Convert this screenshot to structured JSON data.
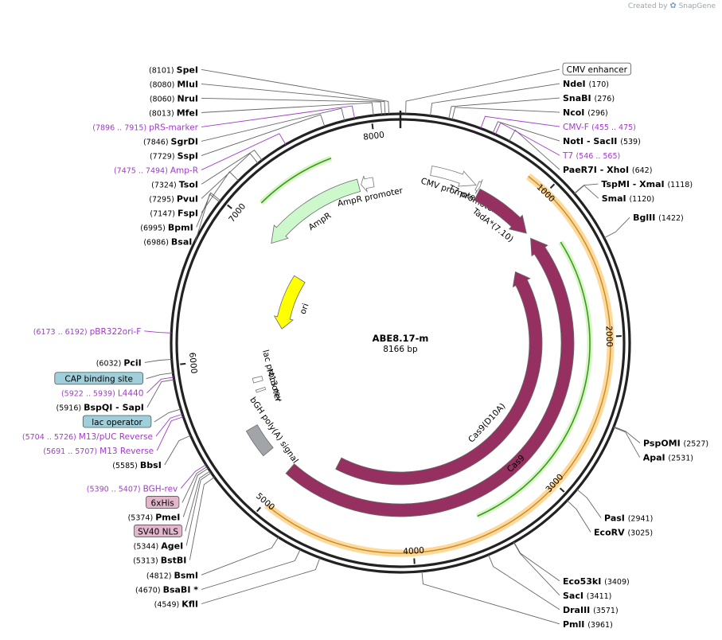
{
  "header": {
    "created_by": "Created by",
    "brand": "SnapGene"
  },
  "plasmid": {
    "name": "ABE8.17-m",
    "size_label": "8166 bp",
    "length_bp": 8166
  },
  "ticks": [
    {
      "bp": 1000,
      "label": "1000"
    },
    {
      "bp": 2000,
      "label": "2000"
    },
    {
      "bp": 3000,
      "label": "3000"
    },
    {
      "bp": 4000,
      "label": "4000"
    },
    {
      "bp": 5000,
      "label": "5000"
    },
    {
      "bp": 6000,
      "label": "6000"
    },
    {
      "bp": 7000,
      "label": "7000"
    },
    {
      "bp": 8000,
      "label": "8000"
    }
  ],
  "sites": [
    {
      "name": "SpeI",
      "pos": "(8101)",
      "bp": 8101,
      "side": "left"
    },
    {
      "name": "MluI",
      "pos": "(8080)",
      "bp": 8080,
      "side": "left"
    },
    {
      "name": "NruI",
      "pos": "(8060)",
      "bp": 8060,
      "side": "left"
    },
    {
      "name": "MfeI",
      "pos": "(8013)",
      "bp": 8013,
      "side": "left"
    },
    {
      "name": "SgrDI",
      "pos": "(7846)",
      "bp": 7846,
      "side": "left"
    },
    {
      "name": "SspI",
      "pos": "(7729)",
      "bp": 7729,
      "side": "left"
    },
    {
      "name": "TsoI",
      "pos": "(7324)",
      "bp": 7324,
      "side": "left"
    },
    {
      "name": "PvuI",
      "pos": "(7295)",
      "bp": 7295,
      "side": "left"
    },
    {
      "name": "FspI",
      "pos": "(7147)",
      "bp": 7147,
      "side": "left"
    },
    {
      "name": "BpmI",
      "pos": "(6995)",
      "bp": 6995,
      "side": "left"
    },
    {
      "name": "BsaI",
      "pos": "(6986)",
      "bp": 6986,
      "side": "left"
    },
    {
      "name": "PciI",
      "pos": "(6032)",
      "bp": 6032,
      "side": "left"
    },
    {
      "name": "BspQI   - SapI",
      "pos": "(5916)",
      "bp": 5916,
      "side": "left"
    },
    {
      "name": "BbsI",
      "pos": "(5585)",
      "bp": 5585,
      "side": "left"
    },
    {
      "name": "PmeI",
      "pos": "(5374)",
      "bp": 5374,
      "side": "left"
    },
    {
      "name": "AgeI",
      "pos": "(5344)",
      "bp": 5344,
      "side": "left"
    },
    {
      "name": "BstBI",
      "pos": "(5313)",
      "bp": 5313,
      "side": "left"
    },
    {
      "name": "BsmI",
      "pos": "(4812)",
      "bp": 4812,
      "side": "left"
    },
    {
      "name": "BsaBI  *",
      "pos": "(4670)",
      "bp": 4670,
      "side": "left"
    },
    {
      "name": "KflI",
      "pos": "(4549)",
      "bp": 4549,
      "side": "left"
    },
    {
      "name": "NdeI",
      "pos": "(170)",
      "bp": 170,
      "side": "right"
    },
    {
      "name": "SnaBI",
      "pos": "(276)",
      "bp": 276,
      "side": "right"
    },
    {
      "name": "NcoI",
      "pos": "(296)",
      "bp": 296,
      "side": "right"
    },
    {
      "name": "NotI   - SacII",
      "pos": "(539)",
      "bp": 539,
      "side": "right"
    },
    {
      "name": "PaeR7I   - XhoI",
      "pos": "(642)",
      "bp": 642,
      "side": "right"
    },
    {
      "name": "TspMI   - XmaI",
      "pos": "(1118)",
      "bp": 1118,
      "side": "right"
    },
    {
      "name": "SmaI",
      "pos": "(1120)",
      "bp": 1120,
      "side": "right"
    },
    {
      "name": "BglII",
      "pos": "(1422)",
      "bp": 1422,
      "side": "right"
    },
    {
      "name": "PspOMI",
      "pos": "(2527)",
      "bp": 2527,
      "side": "right"
    },
    {
      "name": "ApaI",
      "pos": "(2531)",
      "bp": 2531,
      "side": "right"
    },
    {
      "name": "PasI",
      "pos": "(2941)",
      "bp": 2941,
      "side": "right"
    },
    {
      "name": "EcoRV",
      "pos": "(3025)",
      "bp": 3025,
      "side": "right"
    },
    {
      "name": "Eco53kI",
      "pos": "(3409)",
      "bp": 3409,
      "side": "right"
    },
    {
      "name": "SacI",
      "pos": "(3411)",
      "bp": 3411,
      "side": "right"
    },
    {
      "name": "DraIII",
      "pos": "(3571)",
      "bp": 3571,
      "side": "right"
    },
    {
      "name": "PmlI",
      "pos": "(3961)",
      "bp": 3961,
      "side": "right"
    }
  ],
  "primers": [
    {
      "name": "pRS-marker",
      "range": "(7896 .. 7915)",
      "bp": 7905,
      "side": "left"
    },
    {
      "name": "Amp-R",
      "range": "(7475 .. 7494)",
      "bp": 7485,
      "side": "left"
    },
    {
      "name": "pBR322ori-F",
      "range": "(6173 .. 6192)",
      "bp": 6182,
      "side": "left"
    },
    {
      "name": "L4440",
      "range": "(5922 .. 5939)",
      "bp": 5930,
      "side": "left"
    },
    {
      "name": "M13/pUC Reverse",
      "range": "(5704 .. 5726)",
      "bp": 5715,
      "side": "left"
    },
    {
      "name": "M13 Reverse",
      "range": "(5691 .. 5707)",
      "bp": 5699,
      "side": "left"
    },
    {
      "name": "BGH-rev",
      "range": "(5390 .. 5407)",
      "bp": 5398,
      "side": "left"
    },
    {
      "name": "CMV-F",
      "range": "(455 .. 475)",
      "bp": 465,
      "side": "right"
    },
    {
      "name": "T7",
      "range": "(546 .. 565)",
      "bp": 555,
      "side": "right"
    }
  ],
  "boxed_features": [
    {
      "name": "CMV enhancer",
      "bp": 30,
      "fill": "#ffffff"
    },
    {
      "name": "CAP binding site",
      "bp": 5955,
      "fill": "#9ecfda"
    },
    {
      "name": "lac operator",
      "bp": 5745,
      "fill": "#9ecfda"
    },
    {
      "name": "6xHis",
      "bp": 5385,
      "fill": "#e4b6cc"
    },
    {
      "name": "SV40 NLS",
      "bp": 5355,
      "fill": "#e4b6cc"
    }
  ],
  "features": [
    {
      "name": "CMV promoter",
      "label": "CMV promoter",
      "start": 230,
      "end": 580,
      "ring": 3,
      "color": "#ffffff",
      "dir": 1
    },
    {
      "name": "T7 promoter",
      "label": "T7 promoter",
      "start": 590,
      "end": 612,
      "ring": 3,
      "color": "#ffffff",
      "dir": 1
    },
    {
      "name": "TadA*(7.10)",
      "label": "TadA*(7.10)",
      "start": 620,
      "end": 1110,
      "ring": 3,
      "color": "#963060",
      "dir": 1
    },
    {
      "name": "Cas9 outer",
      "label": "Cas9",
      "start": 1160,
      "end": 5020,
      "ring": 2,
      "color": "#963060",
      "dir": -1
    },
    {
      "name": "Cas9(D10A)",
      "label": "Cas9(D10A)",
      "start": 1320,
      "end": 4700,
      "ring": 4,
      "color": "#963060",
      "dir": -1
    },
    {
      "name": "bGH poly(A) signal",
      "label": "bGH poly(A) signal",
      "start": 5230,
      "end": 5450,
      "ring": 3,
      "color": "#a1a4a8",
      "dir": 0
    },
    {
      "name": "ori",
      "label": "ori",
      "start": 6280,
      "end": 6860,
      "ring": 4,
      "color": "#ffff00",
      "dir": -1
    },
    {
      "name": "AmpR",
      "label": "AmpR",
      "start": 6980,
      "end": 7830,
      "ring": 3,
      "color": "#ccf8cc",
      "dir": -1
    },
    {
      "name": "AmpR promoter",
      "label": "AmpR promoter",
      "start": 7850,
      "end": 7950,
      "ring": 3,
      "color": "#ffffff",
      "dir": -1
    },
    {
      "name": "lac promoter",
      "label": "lac promoter",
      "start": 5780,
      "end": 5820,
      "ring": 4,
      "color": "#ffffff",
      "dir": 0
    },
    {
      "name": "M13 rev",
      "label": "M13 rev",
      "start": 5695,
      "end": 5715,
      "ring": 4,
      "color": "#ffffff",
      "dir": 0
    }
  ],
  "orfs": [
    {
      "name": "Cas9 ORF",
      "start": 850,
      "end": 4980,
      "orange": true
    },
    {
      "name": "AmpR ORF",
      "start": 7150,
      "end": 7700,
      "orange": false
    },
    {
      "name": "inner ORF",
      "start": 1310,
      "end": 3540,
      "orange": false
    }
  ],
  "colors": {
    "primer": "#a03bc8",
    "insert": "#963060",
    "orf": "#ffd999",
    "orf_line": "#3a9a1a"
  }
}
